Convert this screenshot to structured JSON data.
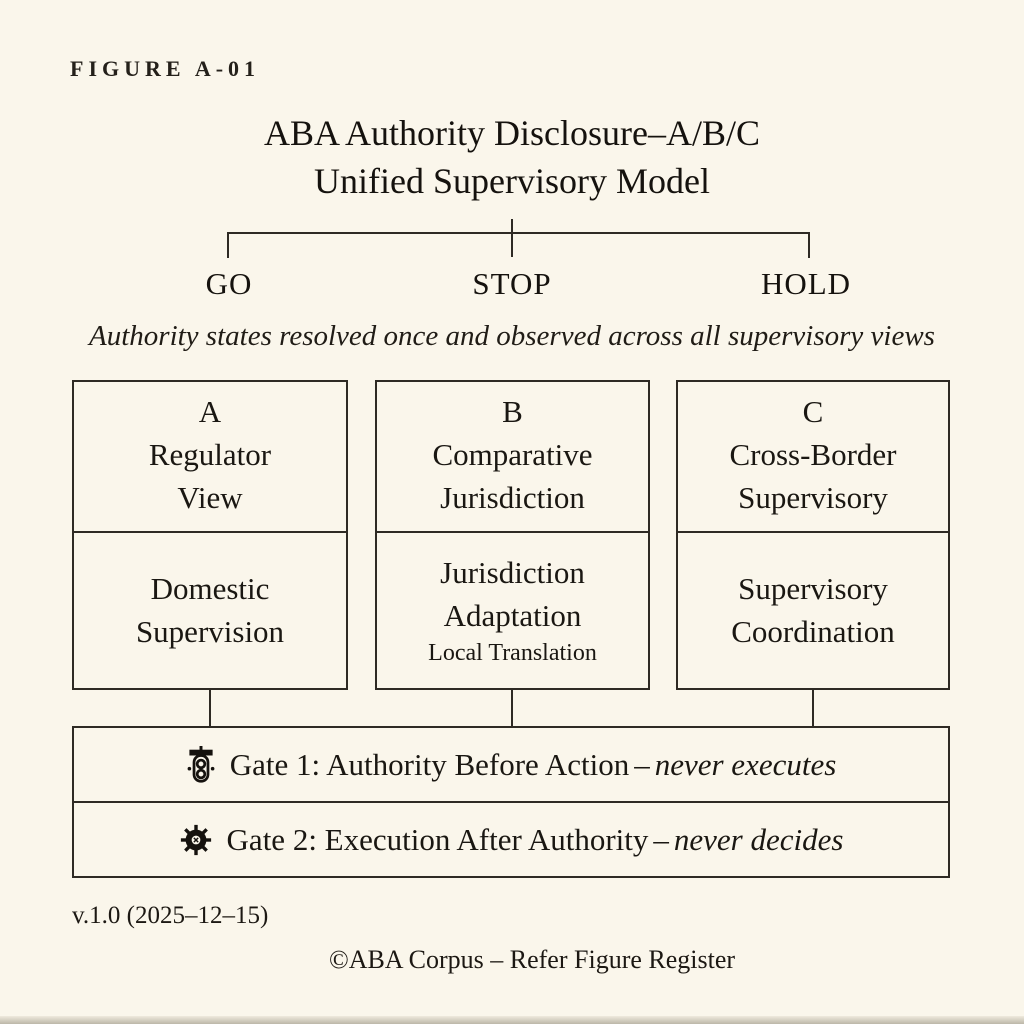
{
  "figure": {
    "label": "FIGURE A-01",
    "title": {
      "line1": "ABA Authority Disclosure–A/B/C",
      "line2": "Unified Supervisory Model"
    },
    "states": [
      "GO",
      "STOP",
      "HOLD"
    ],
    "subtitle": "Authority states resolved once and observed across all supervisory views",
    "columns": [
      {
        "letter": "A",
        "top_lines": [
          "A",
          "Regulator",
          "View"
        ],
        "bottom_lines": [
          "Domestic",
          "Supervision"
        ]
      },
      {
        "letter": "B",
        "top_lines": [
          "B",
          "Comparative",
          "Jurisdiction"
        ],
        "bottom_lines": [
          "Jurisdiction",
          "Adaptation"
        ],
        "note": "Local Translation"
      },
      {
        "letter": "C",
        "top_lines": [
          "C",
          "Cross-Border",
          "Supervisory"
        ],
        "bottom_lines": [
          "Supervisory",
          "Coordination"
        ]
      }
    ],
    "gates": [
      {
        "icon": "traffic-light-icon",
        "label": "Gate 1: Authority Before Action",
        "dash": "–",
        "emphasis": "never executes"
      },
      {
        "icon": "gear-icon",
        "label": "Gate 2: Execution After Authority",
        "dash": "–",
        "emphasis": "never decides"
      }
    ],
    "footer": {
      "version": "v.1.0 (2025–12–15)",
      "copyright": "©ABA Corpus – Refer Figure Register"
    },
    "colors": {
      "background": "#faf6eb",
      "ink": "#1a1712",
      "line": "#2e2a24"
    }
  }
}
